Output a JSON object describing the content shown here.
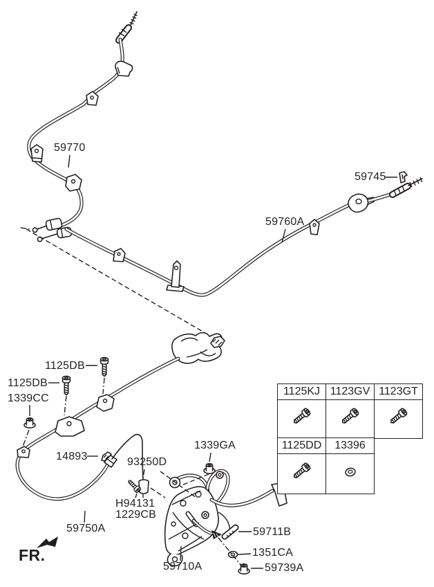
{
  "colors": {
    "line": "#231f20",
    "background": "#ffffff"
  },
  "fr_indicator": {
    "label": "FR."
  },
  "callouts": {
    "c59770": "59770",
    "c59745": "59745",
    "c59760a": "59760A",
    "c1125db_a": "1125DB",
    "c1125db_b": "1125DB",
    "c1339cc": "1339CC",
    "c14893": "14893",
    "c93250d": "93250D",
    "c1339ga": "1339GA",
    "ch94131": "H94131",
    "c1229cb": "1229CB",
    "c59750a": "59750A",
    "c59710a": "59710A",
    "c59711b": "59711B",
    "c1351ca": "1351CA",
    "c59739a": "59739A"
  },
  "fastener_table": {
    "row1": {
      "codes": [
        "1125KJ",
        "1123GV",
        "1123GT"
      ],
      "icons": [
        "bolt-icon",
        "bolt-icon",
        "bolt-icon"
      ]
    },
    "row2": {
      "codes": [
        "1125DD",
        "13396"
      ],
      "icons": [
        "bolt-icon",
        "nut-icon"
      ]
    }
  }
}
